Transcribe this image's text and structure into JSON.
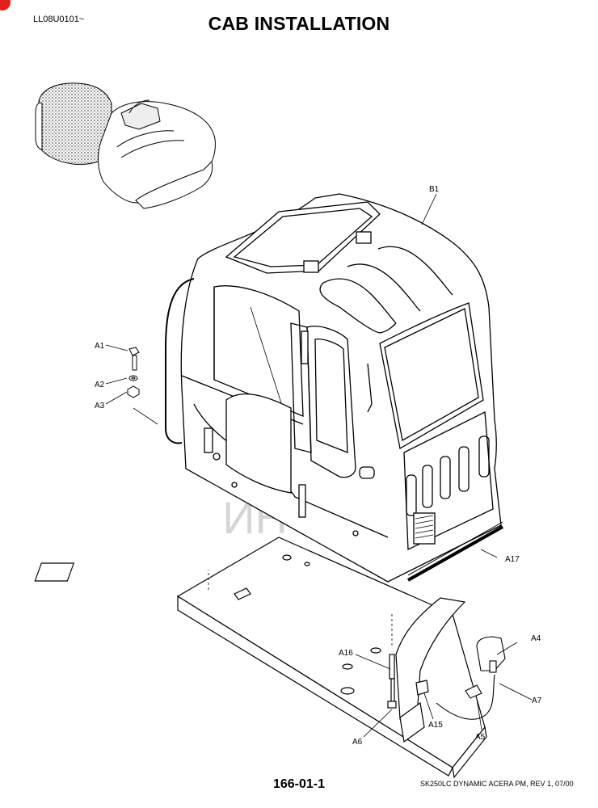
{
  "header": {
    "serial": "LL08U0101~",
    "title": "CAB INSTALLATION"
  },
  "watermark": "ИНТЕХ",
  "callouts": {
    "B1": "B1",
    "A1": "A1",
    "A2": "A2",
    "A3": "A3",
    "A4": "A4",
    "A5": "A5",
    "A6": "A6",
    "A7": "A7",
    "A15": "A15",
    "A16": "A16",
    "A17": "A17"
  },
  "footer": {
    "page_number": "166-01-1",
    "document": "SK250LC DYNAMIC ACERA PM, REV 1, 07/00"
  },
  "colors": {
    "line": "#000000",
    "watermark": "#e8262a",
    "corner_mark": "#e0201f"
  }
}
